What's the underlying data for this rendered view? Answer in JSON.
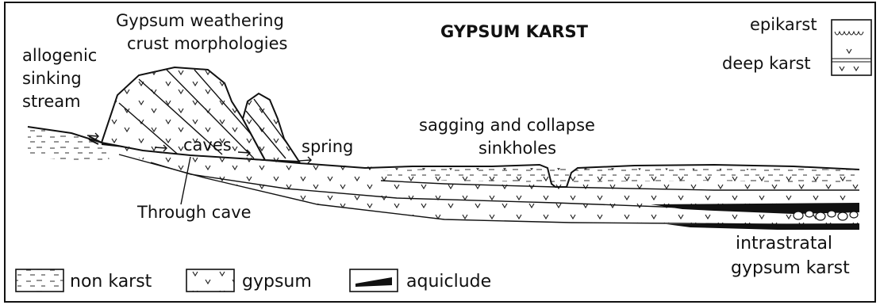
{
  "title": "GYPSUM KARST",
  "labels": {
    "weathering": [
      "Gypsum weathering",
      "crust morphologies"
    ],
    "allogenic": [
      "allogenic",
      "sinking",
      "stream"
    ],
    "caves": "caves",
    "spring": "spring",
    "sinkholes": [
      "sagging and collapse",
      "sinkholes"
    ],
    "through_cave": "Through cave",
    "intrastratal": [
      "intrastratal",
      "gypsum karst"
    ],
    "epikarst": "epikarst",
    "deep_karst": "deep karst"
  },
  "legend": {
    "non_karst": "non karst",
    "gypsum": "gypsum",
    "aquiclude": "aquiclude"
  }
}
